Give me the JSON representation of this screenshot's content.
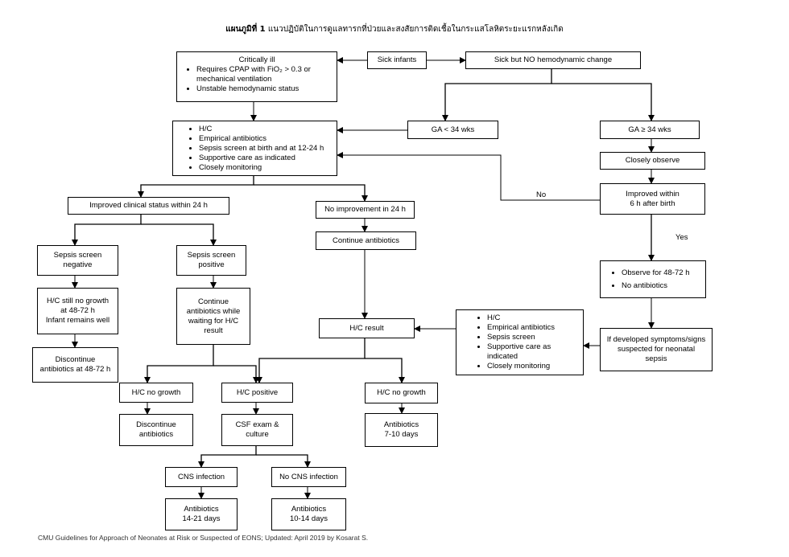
{
  "title": {
    "prefix": "แผนภูมิที่ 1",
    "text": "แนวปฏิบัติในการดูแลทารกที่ป่วยและสงสัยการติดเชื้อในกระแสโลหิตระยะแรกหลังเกิด"
  },
  "nodes": {
    "sick_infants": "Sick infants",
    "sick_no_hemo": "Sick but NO hemodynamic change",
    "critically_ill": {
      "title": "Critically ill",
      "items": [
        "Requires CPAP with FiO₂ > 0.3 or mechanical ventilation",
        "Unstable hemodynamic status"
      ]
    },
    "ga_lt34": "GA < 34 wks",
    "ga_ge34": "GA ≥ 34 wks",
    "workup": {
      "items": [
        "H/C",
        "Empirical antibiotics",
        "Sepsis screen at birth and at 12-24 h",
        "Supportive care as indicated",
        "Closely monitoring"
      ]
    },
    "closely_observe": "Closely observe",
    "improved_6h": [
      "Improved within",
      "6 h after birth"
    ],
    "improved_24h": "Improved clinical status within 24 h",
    "no_improve_24h": "No improvement in 24 h",
    "screen_negative": [
      "Sepsis screen",
      "negative"
    ],
    "screen_positive": [
      "Sepsis screen",
      "positive"
    ],
    "continue_abx": "Continue antibiotics",
    "observe_48": {
      "items": [
        "Observe for 48-72 h",
        "No antibiotics"
      ]
    },
    "hc_no_growth_48": [
      "H/C still no growth",
      "at 48-72 h",
      "Infant remains well"
    ],
    "continue_abx_waiting": [
      "Continue",
      "antibiotics while",
      "waiting for H/C",
      "result"
    ],
    "hc_result": "H/C result",
    "workup2": {
      "items": [
        "H/C",
        "Empirical antibiotics",
        "Sepsis screen",
        "Supportive care as indicated",
        "Closely monitoring"
      ]
    },
    "developed_symptoms": [
      "If developed symptoms/signs",
      "suspected for neonatal",
      "sepsis"
    ],
    "discontinue_48": [
      "Discontinue",
      "antibiotics at 48-72 h"
    ],
    "hc_no_growth_l": "H/C no growth",
    "hc_positive": "H/C positive",
    "hc_no_growth_r": "H/C no growth",
    "discontinue": [
      "Discontinue",
      "antibiotics"
    ],
    "csf": [
      "CSF exam &",
      "culture"
    ],
    "abx_7_10": [
      "Antibiotics",
      "7-10 days"
    ],
    "cns_infection": "CNS infection",
    "no_cns_infection": "No CNS infection",
    "abx_14_21": [
      "Antibiotics",
      "14-21 days"
    ],
    "abx_10_14": [
      "Antibiotics",
      "10-14 days"
    ]
  },
  "labels": {
    "no": "No",
    "yes": "Yes"
  },
  "footer": "CMU Guidelines for Approach of Neonates at Risk or Suspected of EONS; Updated: April 2019 by Kosarat S."
}
